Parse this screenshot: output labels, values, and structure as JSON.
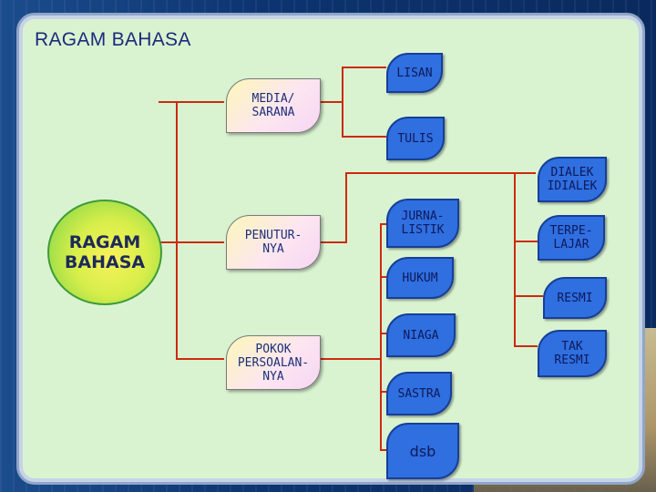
{
  "title": "RAGAM BAHASA",
  "center": {
    "label": "RAGAM\nBAHASA"
  },
  "level1": [
    {
      "label": "MEDIA/\nSARANA"
    },
    {
      "label": "PENUTUR-\nNYA"
    },
    {
      "label": "POKOK\nPERSOALAN-\nNYA"
    }
  ],
  "media": [
    {
      "label": "LISAN"
    },
    {
      "label": "TULIS"
    }
  ],
  "penutur": [
    {
      "label": "DIALEK\nIDIALEK"
    },
    {
      "label": "TERPE-\nLAJAR"
    },
    {
      "label": "RESMI"
    },
    {
      "label": "TAK\nRESMI"
    }
  ],
  "pokok": [
    {
      "label": "JURNA-\nLISTIK"
    },
    {
      "label": "HUKUM"
    },
    {
      "label": "NIAGA"
    },
    {
      "label": "SASTRA"
    },
    {
      "label": "dsb"
    }
  ],
  "colors": {
    "panel": "#d9f3d1",
    "connector": "#cc2a10",
    "node": "#2f6fe0",
    "title": "#1d2a7a"
  }
}
